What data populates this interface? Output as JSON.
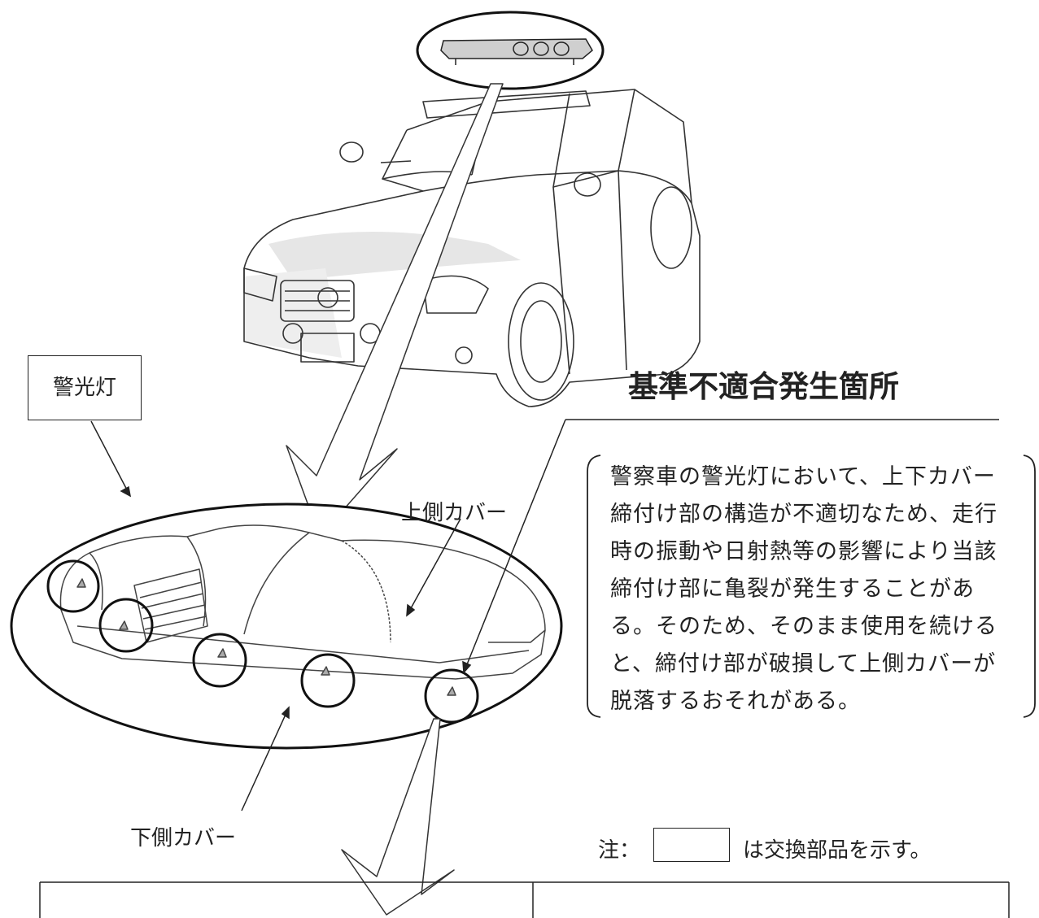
{
  "labels": {
    "warning_light": "警光灯",
    "upper_cover": "上側カバー",
    "lower_cover": "下側カバー"
  },
  "heading": "基準不適合発生箇所",
  "description_lines": [
    "警察車の警光灯において、上下カバー",
    "締付け部の構造が不適切なため、走行",
    "時の振動や日射熱等の影響により当該",
    "締付け部に亀裂が発生することがあ",
    "る。そのため、そのまま使用を続ける",
    "と、締付け部が破損して上側カバーが",
    "脱落するおそれがある。"
  ],
  "note": {
    "prefix": "注：",
    "suffix": "は交換部品を示す。"
  }
}
